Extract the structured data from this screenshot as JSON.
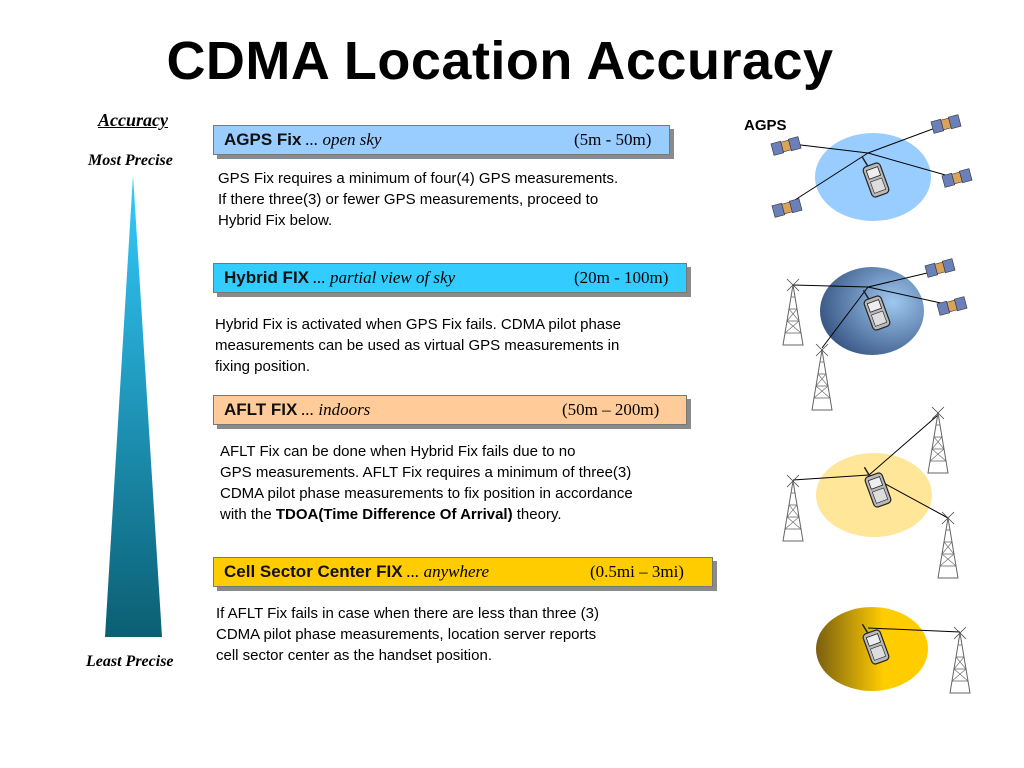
{
  "title": "CDMA Location Accuracy",
  "accuracy_scale": {
    "heading": "Accuracy",
    "top": "Most Precise",
    "bottom": "Least Precise"
  },
  "agps_label": "AGPS",
  "fixes": [
    {
      "name": "AGPS Fix",
      "condition": "... open sky",
      "range": "(5m - 50m)",
      "color": "#99ccff",
      "description": [
        "GPS Fix requires a minimum of four(4) GPS measurements.",
        "If there three(3) or fewer GPS measurements, proceed to",
        "Hybrid Fix below."
      ]
    },
    {
      "name": "Hybrid FIX",
      "condition": "... partial view of sky",
      "range": "(20m - 100m)",
      "color": "#33ccff",
      "description": [
        "Hybrid Fix is activated when GPS Fix fails. CDMA pilot phase",
        "measurements can be used as virtual GPS measurements in",
        "fixing position."
      ]
    },
    {
      "name": "AFLT FIX",
      "condition": "... indoors",
      "range": "(50m – 200m)",
      "color": "#ffcc99",
      "description": [
        "AFLT Fix can be done when Hybrid Fix fails due to no",
        "GPS measurements.  AFLT Fix requires a minimum of three(3)",
        "CDMA pilot phase measurements to fix position in accordance"
      ],
      "description_last_prefix": "with the ",
      "description_bold": "TDOA(Time Difference Of Arrival)",
      "description_last_suffix": " theory."
    },
    {
      "name": "Cell Sector Center FIX",
      "condition": "... anywhere",
      "range": "(0.5mi – 3mi)",
      "color": "#ffcc00",
      "description": [
        "If AFLT Fix fails in case when there are less than three (3)",
        "CDMA pilot phase measurements, location server reports",
        "cell sector center as the handset position."
      ]
    }
  ]
}
